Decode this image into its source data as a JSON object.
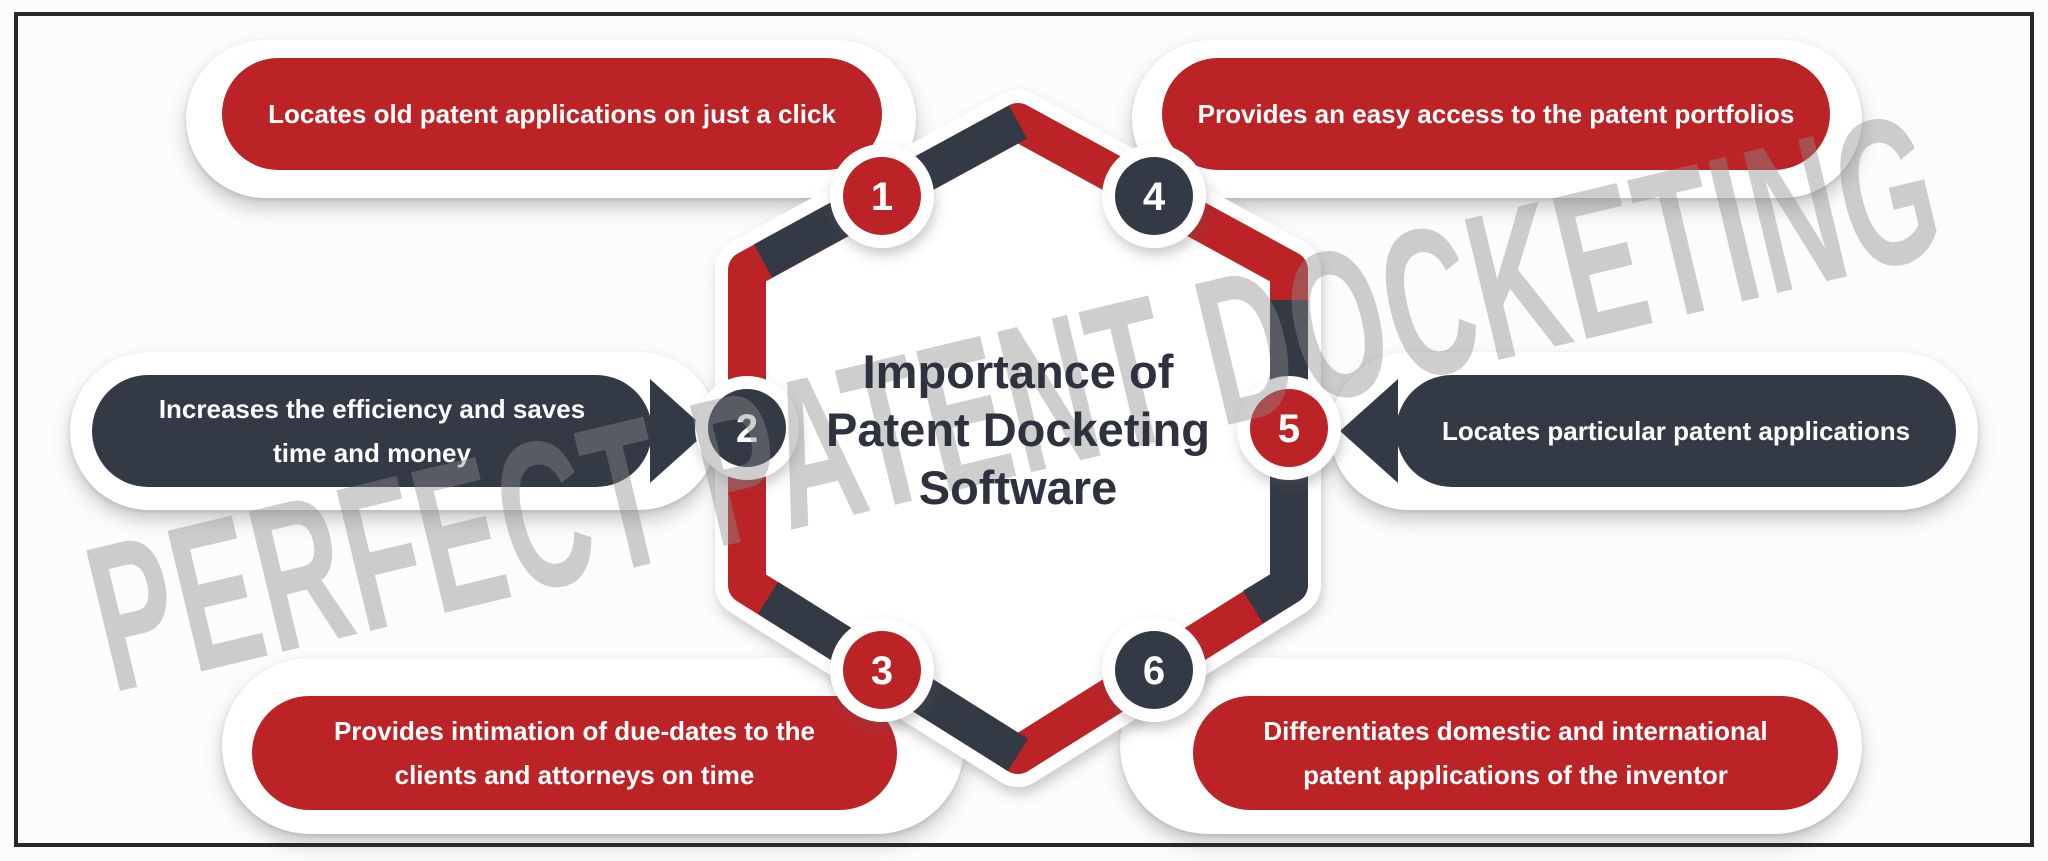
{
  "title": {
    "lines": [
      "Importance of",
      "Patent Docketing",
      "Software"
    ]
  },
  "watermark": "PERFECT PATENT DOCKETING",
  "colors": {
    "red": "#bc2327",
    "dark": "#333a45",
    "title": "#2d323e",
    "watermark": "#8c8c8c",
    "frame": "#282828",
    "background": "#fcfcfc"
  },
  "items": [
    {
      "number": "1",
      "position": "top-left",
      "color": "red",
      "lines": [
        "Locates old patent applications on just a click"
      ]
    },
    {
      "number": "2",
      "position": "middle-left",
      "color": "dark",
      "lines": [
        "Increases the efficiency and saves",
        "time and money"
      ]
    },
    {
      "number": "3",
      "position": "bottom-left",
      "color": "red",
      "lines": [
        "Provides intimation of due-dates to the",
        "clients and attorneys on time"
      ]
    },
    {
      "number": "4",
      "position": "top-right",
      "color": "red",
      "lines": [
        "Provides an easy access to the patent portfolios"
      ]
    },
    {
      "number": "5",
      "position": "middle-right",
      "color": "dark",
      "lines": [
        "Locates particular patent applications"
      ]
    },
    {
      "number": "6",
      "position": "bottom-right",
      "color": "red",
      "lines": [
        "Differentiates domestic and international",
        "patent applications of the inventor"
      ]
    }
  ]
}
